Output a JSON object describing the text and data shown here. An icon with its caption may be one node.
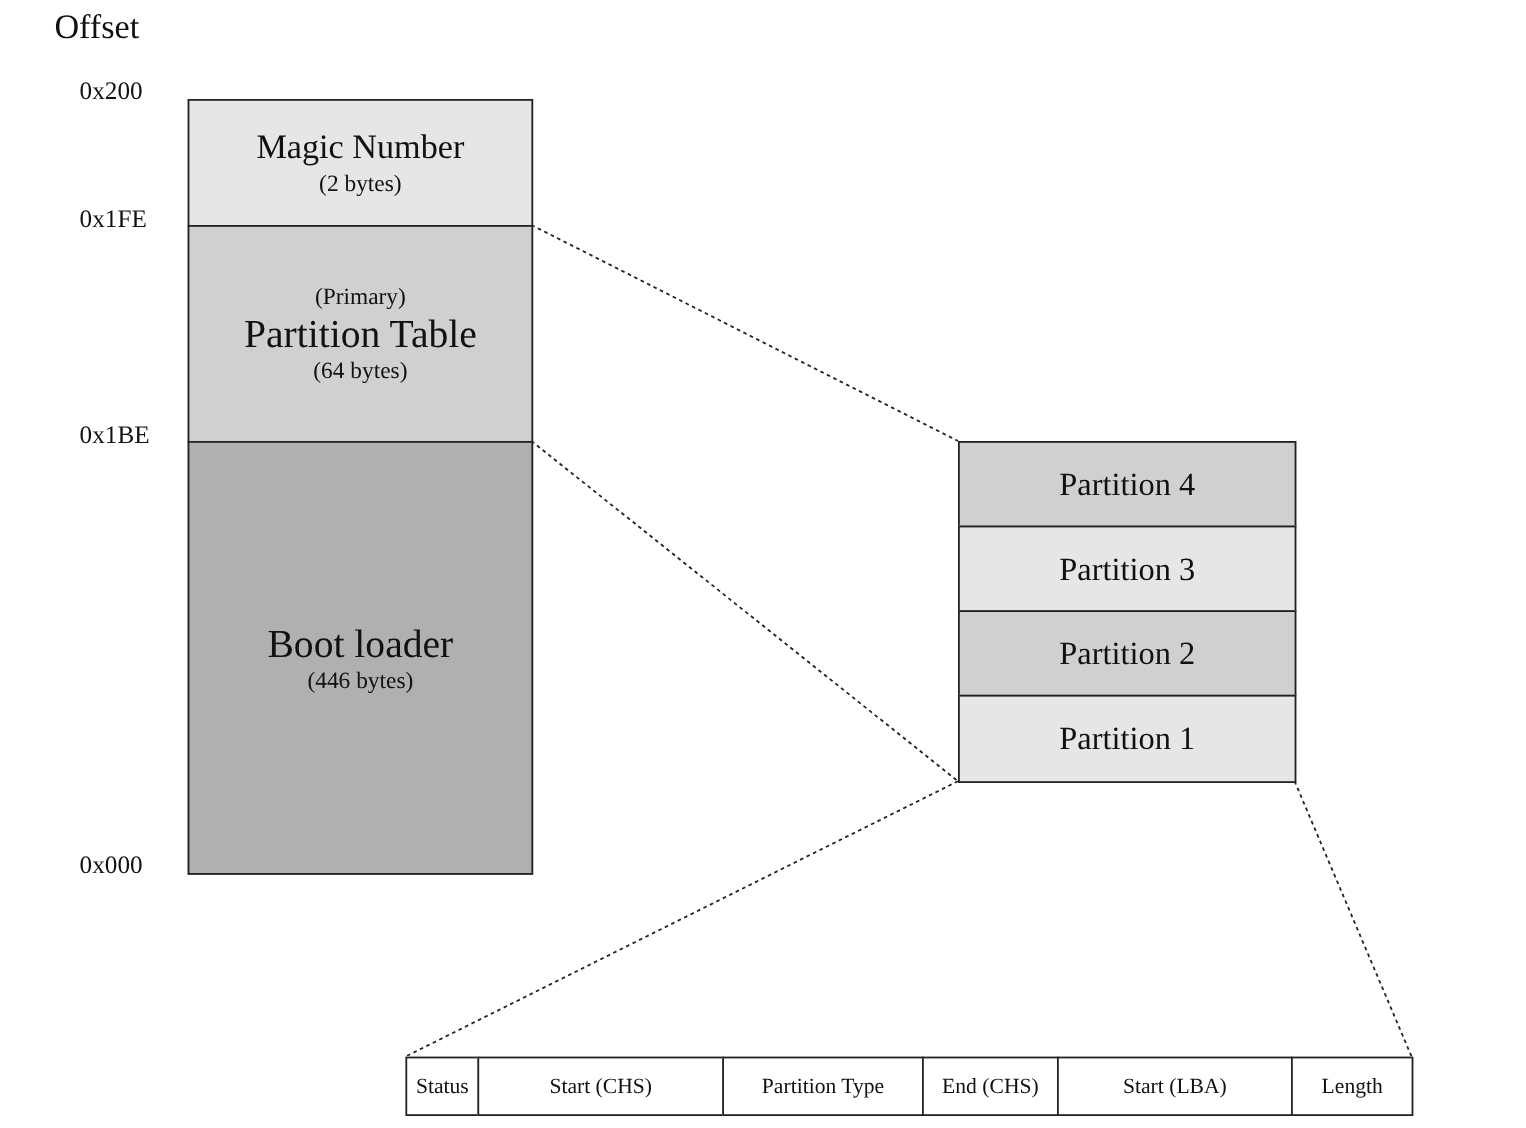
{
  "diagram": {
    "nodes": [
      {
        "text": [
          "Magic Number",
          "(2 bytes)"
        ]
      },
      {
        "text": [
          "(Primary)",
          "Partition Table",
          "(64 bytes)"
        ]
      },
      {
        "text": [
          "Boot loader",
          "(446 bytes)"
        ]
      },
      {
        "text": [
          "Partition 4"
        ]
      },
      {
        "text": [
          "Partition 3"
        ]
      },
      {
        "text": [
          "Partition 2"
        ]
      },
      {
        "text": [
          "Partition 1"
        ]
      },
      {
        "text": [
          "Status"
        ]
      },
      {
        "text": [
          "Start (CHS)"
        ]
      },
      {
        "text": [
          "Partition Type"
        ]
      },
      {
        "text": [
          "End (CHS)"
        ]
      },
      {
        "text": [
          "Start (LBA)"
        ]
      },
      {
        "text": [
          "Length"
        ]
      }
    ],
    "edges": [
      {
        "from": 1,
        "to": 3,
        "arrow": "none",
        "style": "dashed"
      },
      {
        "from": 1,
        "to": 6,
        "arrow": "none",
        "style": "dashed"
      },
      {
        "from": 6,
        "to": 7,
        "arrow": "none",
        "style": "dashed"
      },
      {
        "from": 6,
        "to": 12,
        "arrow": "none",
        "style": "dashed"
      }
    ],
    "labels": [
      "Offset",
      "0x200",
      "0x1FE",
      "0x1BE",
      "0x000"
    ]
  }
}
